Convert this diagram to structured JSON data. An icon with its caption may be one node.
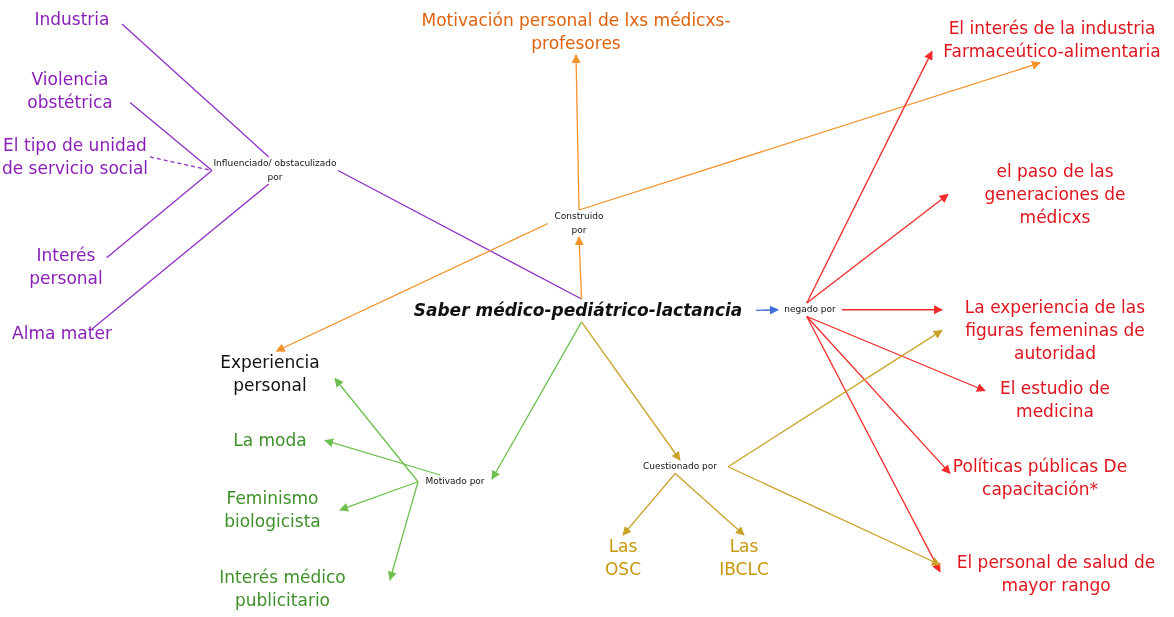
{
  "diagram": {
    "nodes": [
      {
        "text": [
          "Industria"
        ]
      },
      {
        "text": [
          "Violencia obstétrica"
        ]
      },
      {
        "text": [
          "El tipo de unidad de servicio social"
        ]
      },
      {
        "text": [
          "Interés personal"
        ]
      },
      {
        "text": [
          "Alma mater"
        ]
      },
      {
        "text": [
          "Influenciado/ obstaculizado por"
        ]
      },
      {
        "text": [
          "Motivación personal de lxs médicxs-profesores"
        ]
      },
      {
        "text": [
          "Construido por"
        ]
      },
      {
        "text": [
          "Saber médico-pediátrico-lactancia"
        ]
      },
      {
        "text": [
          "negado por"
        ]
      },
      {
        "text": [
          "El interés de la industria Farmaceútico-alimentaria"
        ]
      },
      {
        "text": [
          "el paso de las generaciones de médicxs"
        ]
      },
      {
        "text": [
          "La experiencia de las figuras femeninas de autoridad"
        ]
      },
      {
        "text": [
          "El estudio de medicina"
        ]
      },
      {
        "text": [
          "Políticas públicas De capacitación*"
        ]
      },
      {
        "text": [
          "El personal de salud de mayor rango"
        ]
      },
      {
        "text": [
          "Experiencia personal"
        ]
      },
      {
        "text": [
          "La moda"
        ]
      },
      {
        "text": [
          "Feminismo biologicista"
        ]
      },
      {
        "text": [
          "Interés médico publicitario"
        ]
      },
      {
        "text": [
          "Motivado por"
        ]
      },
      {
        "text": [
          "Cuestionado por"
        ]
      },
      {
        "text": [
          "Las OSC"
        ]
      },
      {
        "text": [
          "Las IBCLC"
        ]
      }
    ],
    "edges": [
      {
        "from": 0,
        "to": 5,
        "arrow": "none",
        "color": "#8e2fc4"
      },
      {
        "from": 1,
        "to": 5,
        "arrow": "none",
        "color": "#8e2fc4"
      },
      {
        "from": 2,
        "to": 5,
        "arrow": "none",
        "style": "dashed",
        "color": "#8e2fc4"
      },
      {
        "from": 3,
        "to": 5,
        "arrow": "none",
        "color": "#8e2fc4"
      },
      {
        "from": 4,
        "to": 5,
        "arrow": "none",
        "color": "#8e2fc4"
      },
      {
        "from": 5,
        "to": 8,
        "arrow": "none",
        "color": "#8e2fc4"
      },
      {
        "from": 8,
        "to": 7,
        "arrow": "to",
        "color": "#f5922a"
      },
      {
        "from": 7,
        "to": 6,
        "arrow": "to",
        "color": "#f5922a"
      },
      {
        "from": 7,
        "to": 10,
        "arrow": "to",
        "color": "#f5922a"
      },
      {
        "from": 7,
        "to": 16,
        "arrow": "to",
        "color": "#f5922a"
      },
      {
        "from": 8,
        "to": 9,
        "arrow": "to",
        "color": "#3b6fd6"
      },
      {
        "from": 9,
        "to": 10,
        "arrow": "to",
        "color": "#f42a2a"
      },
      {
        "from": 9,
        "to": 11,
        "arrow": "to",
        "color": "#f42a2a"
      },
      {
        "from": 9,
        "to": 12,
        "arrow": "to",
        "color": "#f42a2a"
      },
      {
        "from": 9,
        "to": 13,
        "arrow": "to",
        "color": "#f42a2a"
      },
      {
        "from": 9,
        "to": 14,
        "arrow": "to",
        "color": "#f42a2a"
      },
      {
        "from": 9,
        "to": 15,
        "arrow": "to",
        "color": "#f42a2a"
      },
      {
        "from": 8,
        "to": 20,
        "arrow": "to",
        "color": "#6dc04f"
      },
      {
        "from": 20,
        "to": 16,
        "arrow": "to",
        "color": "#6dc04f"
      },
      {
        "from": 20,
        "to": 17,
        "arrow": "to",
        "color": "#6dc04f"
      },
      {
        "from": 20,
        "to": 18,
        "arrow": "to",
        "color": "#6dc04f"
      },
      {
        "from": 20,
        "to": 19,
        "arrow": "to",
        "color": "#6dc04f"
      },
      {
        "from": 8,
        "to": 21,
        "arrow": "to",
        "color": "#c9a227"
      },
      {
        "from": 21,
        "to": 22,
        "arrow": "to",
        "color": "#c9a227"
      },
      {
        "from": 21,
        "to": 23,
        "arrow": "to",
        "color": "#c9a227"
      },
      {
        "from": 21,
        "to": 12,
        "arrow": "to",
        "color": "#c9a227"
      },
      {
        "from": 21,
        "to": 15,
        "arrow": "to",
        "color": "#c9a227"
      }
    ]
  }
}
